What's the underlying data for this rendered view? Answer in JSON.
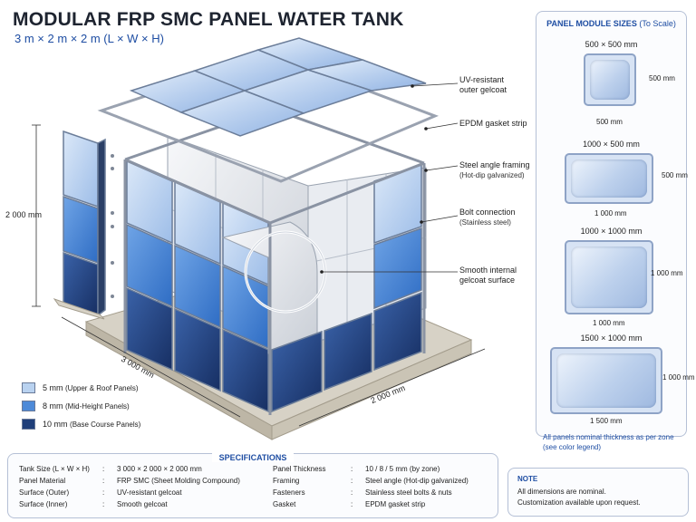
{
  "header": {
    "title": "MODULAR FRP SMC PANEL WATER TANK",
    "subtitle": "3 m × 2 m × 2 m (L × W × H)"
  },
  "callouts": [
    {
      "id": "gelcoat",
      "line1": "UV-resistant",
      "line2": "outer gelcoat"
    },
    {
      "id": "gasket",
      "line1": "EPDM gasket strip",
      "line2": ""
    },
    {
      "id": "framing",
      "line1": "Steel angle framing",
      "line2": "(Hot-dip galvanized)"
    },
    {
      "id": "bolt",
      "line1": "Bolt connection",
      "line2": "(Stainless steel)"
    },
    {
      "id": "surface",
      "line1": "Smooth internal",
      "line2": "gelcoat surface"
    }
  ],
  "dimensions": {
    "height": "2 000 mm",
    "length": "3 000 mm",
    "width": "2 000 mm"
  },
  "legend": [
    {
      "label": "5 mm",
      "desc": "(Upper & Roof Panels)",
      "color": "#b9d2f0"
    },
    {
      "label": "8 mm",
      "desc": "(Mid-Height Panels)",
      "color": "#4d8ad8"
    },
    {
      "label": "10 mm",
      "desc": "(Base Course Panels)",
      "color": "#1f3f7a"
    }
  ],
  "panel_sizes": {
    "title": "PANEL MODULE SIZES",
    "scale_note": "(To Scale)",
    "modules": [
      {
        "name": "500 × 500 mm",
        "width_label": "500 mm",
        "height_label": "500 mm"
      },
      {
        "name": "1000 × 500 mm",
        "width_label": "1 000 mm",
        "height_label": "500 mm"
      },
      {
        "name": "1000 × 1000 mm",
        "width_label": "1 000 mm",
        "height_label": "1 000 mm"
      },
      {
        "name": "1500 × 1000 mm",
        "width_label": "1 500 mm",
        "height_label": "1 000 mm"
      }
    ],
    "footnote": "All panels nominal thickness as per zone (see color legend)"
  },
  "specifications": {
    "title": "SPECIFICATIONS",
    "left": [
      {
        "key": "Tank Size (L × W × H)",
        "value": "3 000 × 2 000 × 2 000 mm"
      },
      {
        "key": "Panel Material",
        "value": "FRP SMC (Sheet Molding Compound)"
      },
      {
        "key": "Surface (Outer)",
        "value": "UV-resistant gelcoat"
      },
      {
        "key": "Surface (Inner)",
        "value": "Smooth gelcoat"
      }
    ],
    "right": [
      {
        "key": "Panel Thickness",
        "value": "10 / 8 / 5 mm (by zone)"
      },
      {
        "key": "Framing",
        "value": "Steel angle (Hot-dip galvanized)"
      },
      {
        "key": "Fasteners",
        "value": "Stainless steel bolts & nuts"
      },
      {
        "key": "Gasket",
        "value": "EPDM gasket strip"
      }
    ]
  },
  "note": {
    "title": "NOTE",
    "lines": [
      "All dimensions are nominal.",
      "Customization available upon request."
    ]
  }
}
